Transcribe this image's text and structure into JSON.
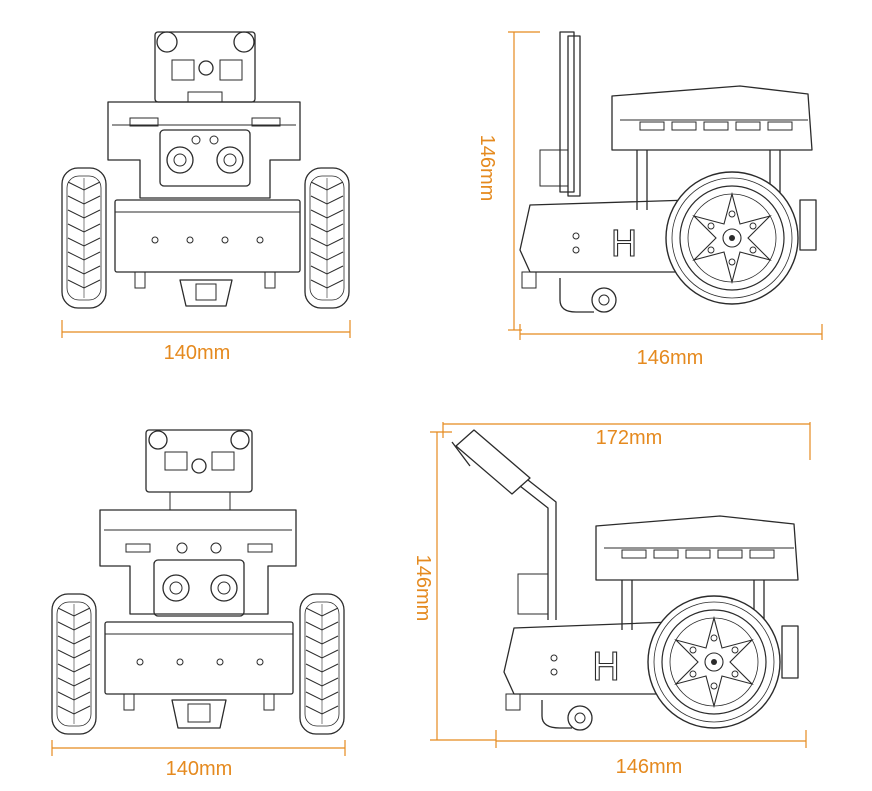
{
  "colors": {
    "dimension": "#e58a1f",
    "line": "#2b2b2b",
    "background": "#ffffff"
  },
  "views": {
    "front_top": {
      "width_label": "140mm"
    },
    "side_top": {
      "height_label": "146mm",
      "length_label": "146mm"
    },
    "front_bottom": {
      "width_label": "140mm"
    },
    "side_bottom": {
      "height_label": "146mm",
      "length_label": "146mm",
      "overall_label": "172mm"
    }
  },
  "parts": {
    "chassis_mark": "H"
  }
}
